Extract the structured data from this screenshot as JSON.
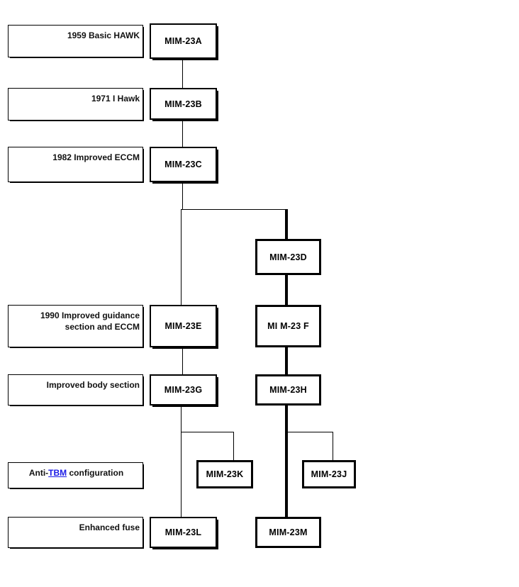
{
  "diagram": {
    "title": "MIM-23 HAWK missile variant family tree",
    "background_color": "#ffffff",
    "line_color": "#000000",
    "link_color": "#1a1ae6"
  },
  "labels": [
    {
      "id": "label-1959",
      "text": "1959 Basic HAWK"
    },
    {
      "id": "label-1971",
      "text": "1971 I Hawk"
    },
    {
      "id": "label-1982",
      "text": "1982 Improved ECCM"
    },
    {
      "id": "label-1990-line1",
      "text": "1990 Improved guidance"
    },
    {
      "id": "label-1990-line2",
      "text": "section and ECCM"
    },
    {
      "id": "label-body",
      "text": "Improved body section"
    },
    {
      "id": "label-tbm-pre",
      "text": "Anti-"
    },
    {
      "id": "label-tbm-link",
      "text": "TBM"
    },
    {
      "id": "label-tbm-post",
      "text": " configuration"
    },
    {
      "id": "label-fuse",
      "text": "Enhanced fuse"
    }
  ],
  "nodes": [
    {
      "id": "node-a",
      "text": "MIM-23A"
    },
    {
      "id": "node-b",
      "text": "MIM-23B"
    },
    {
      "id": "node-c",
      "text": "MIM-23C"
    },
    {
      "id": "node-d",
      "text": "MIM-23D"
    },
    {
      "id": "node-e",
      "text": "MIM-23E"
    },
    {
      "id": "node-f",
      "text": "MI M-23 F"
    },
    {
      "id": "node-g",
      "text": "MIM-23G"
    },
    {
      "id": "node-h",
      "text": "MIM-23H"
    },
    {
      "id": "node-j",
      "text": "MIM-23J"
    },
    {
      "id": "node-k",
      "text": "MIM-23K"
    },
    {
      "id": "node-l",
      "text": "MIM-23L"
    },
    {
      "id": "node-m",
      "text": "MIM-23M"
    }
  ]
}
